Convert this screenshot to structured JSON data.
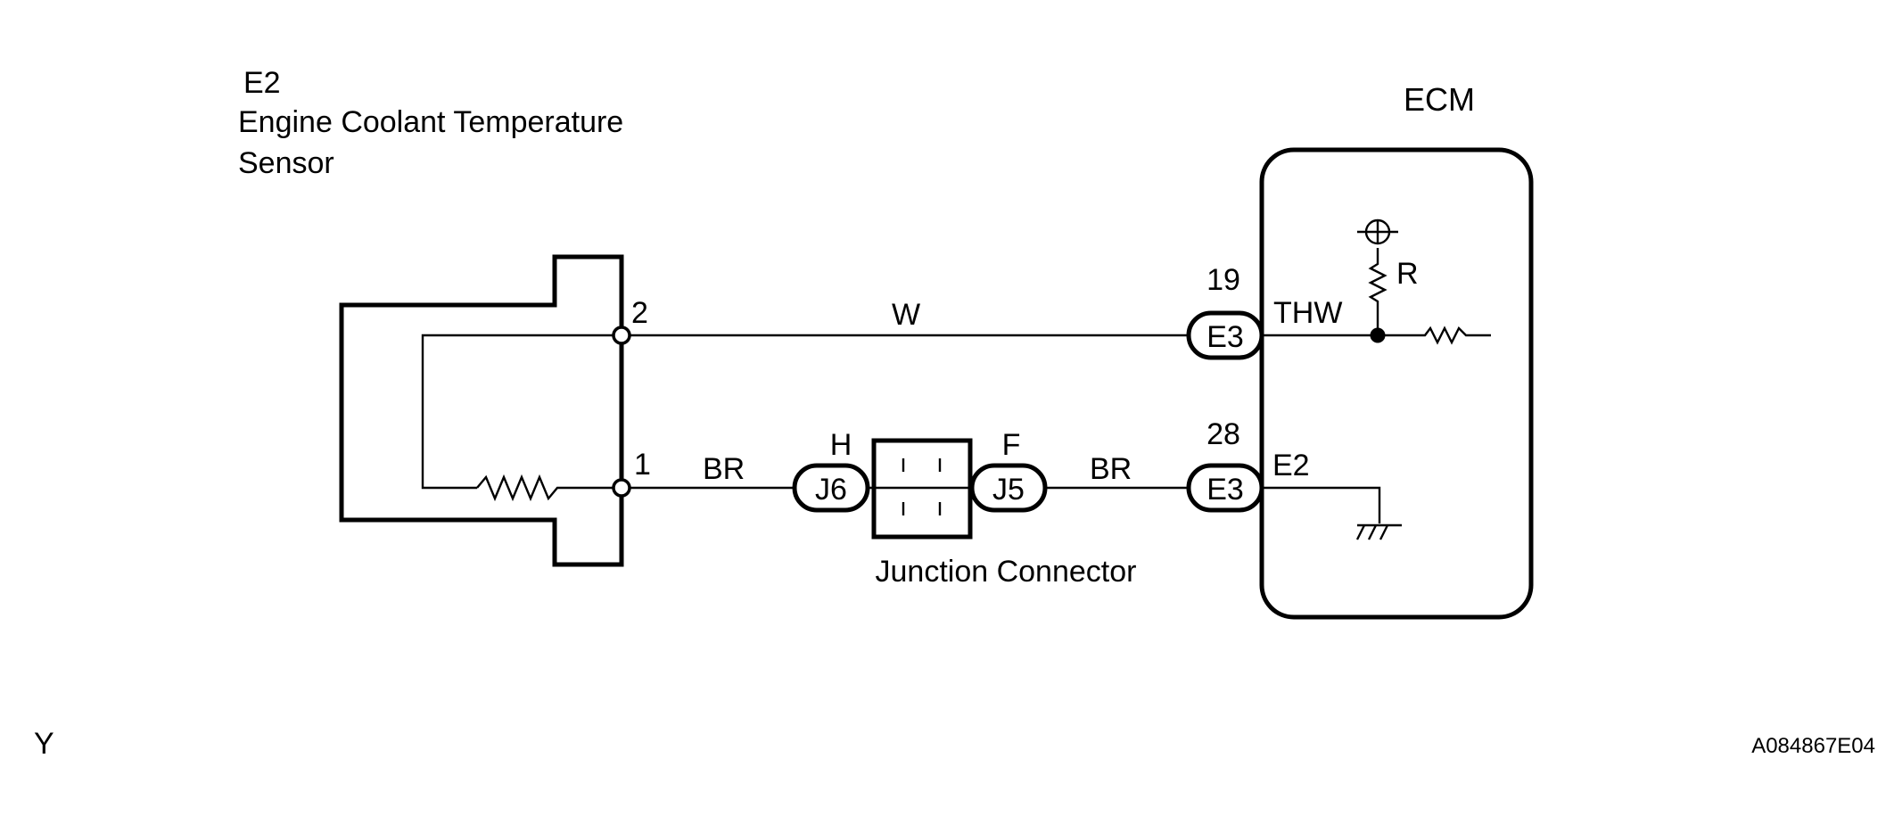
{
  "sensor": {
    "code": "E2",
    "name_line1": "Engine Coolant Temperature",
    "name_line2": "Sensor",
    "pin_2": "2",
    "pin_1": "1"
  },
  "ecm": {
    "title": "ECM",
    "pin_thw_number": "19",
    "pin_thw_name": "THW",
    "pin_e2_number": "28",
    "pin_e2_name": "E2",
    "resistor_label": "R",
    "connector_thw": "E3",
    "connector_e2": "E3"
  },
  "wires": {
    "upper_color": "W",
    "lower_left_color": "BR",
    "lower_right_color": "BR"
  },
  "junction": {
    "label": "Junction Connector",
    "left_connector": "J6",
    "left_pin": "H",
    "right_connector": "J5",
    "right_pin": "F"
  },
  "footer": {
    "left_mark": "Y",
    "figure_id": "A084867E04"
  }
}
